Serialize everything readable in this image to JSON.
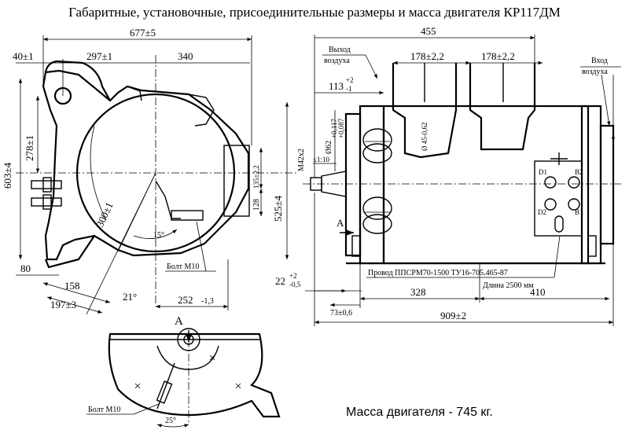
{
  "title": "Габаритные, установочные, присоединительные размеры и масса двигателя КР117ДМ",
  "mass_label": "Масса двигателя - 745 кг.",
  "front_view": {
    "dim_overall_width": "677±5",
    "dim_left_offset": "40±1",
    "dim_hole_to_center": "297±1",
    "dim_center_to_right": "340",
    "dim_overall_height": "603±4",
    "dim_top_to_center": "278±1",
    "dim_center_to_bottom": "525±4",
    "dim_box_upper": "135±2,2",
    "dim_box_lower": "128",
    "dim_radius": "300±1",
    "dim_angle_small": "15°",
    "dim_foot_80": "80",
    "dim_foot_158": "158",
    "dim_foot_197": "197±3",
    "dim_angle_21": "21°",
    "dim_252": "252",
    "dim_252_tol": "-1,3",
    "bolt_label": "Болт М10",
    "view_arrow_label": "А"
  },
  "side_view": {
    "dim_455": "455",
    "air_out_line1": "Выход",
    "air_out_line2": "воздуха",
    "air_in_line1": "Вход",
    "air_in_line2": "воздуха",
    "dim_spacing_1": "178±2,2",
    "dim_spacing_2": "178±2,2",
    "dim_113": "113",
    "dim_113_tol_upper": "+2",
    "dim_113_tol_lower": "-1",
    "dim_m42": "М42х2",
    "dim_taper": "≤1:10",
    "dim_d62": "Ø62",
    "dim_d62_tol_upper": "+0,117",
    "dim_d62_tol_lower": "+0,087",
    "dim_d45": "Ø 45-0,62",
    "terminal_d1": "D1",
    "terminal_d2": "D2",
    "terminal_b1": "B1",
    "terminal_b2": "B2",
    "view_arrow_label": "А",
    "wire_label": "Провод ППСРМ70-1500 ТУ16-705.465-87",
    "wire_length": "Длина 2500 мм",
    "dim_22": "22",
    "dim_22_tol_upper": "+2",
    "dim_22_tol_lower": "-0,5",
    "dim_73": "73±0,6",
    "dim_328": "328",
    "dim_410": "410",
    "dim_909": "909±2"
  },
  "view_a": {
    "title": "А",
    "bolt_label": "Болт М10",
    "dim_angle_25": "25°"
  }
}
